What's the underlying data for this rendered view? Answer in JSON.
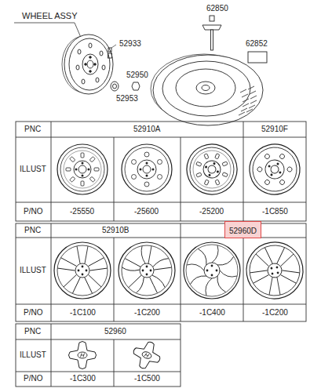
{
  "diagram": {
    "nodes": [
      {
        "text": [
          "52960D"
        ]
      }
    ],
    "labels": [
      "WHEEL ASSY",
      "62850",
      "62852",
      "52933",
      "52950",
      "52953",
      "PNC",
      "52910A",
      "52910F",
      "ILLUST",
      "P/NO",
      "-25550",
      "-25600",
      "-25200",
      "-1C850",
      "PNC",
      "52910B",
      "ILLUST",
      "P/NO",
      "-1C100",
      "-1C200",
      "-1C400",
      "-1C200",
      "PNC",
      "52960",
      "ILLUST",
      "P/NO",
      "-1C300",
      "-1C500"
    ]
  }
}
